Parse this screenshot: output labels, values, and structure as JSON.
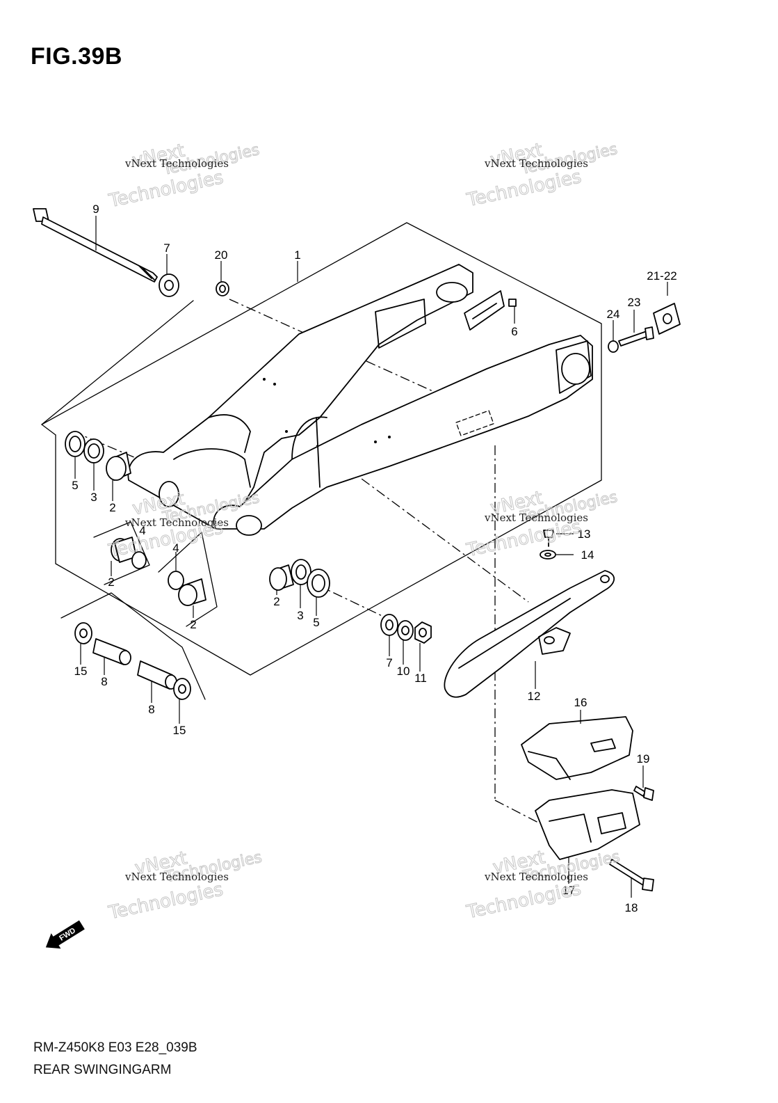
{
  "figure": {
    "title": "FIG.39B"
  },
  "footer": {
    "model_code": "RM-Z450K8 E03 E28_039B",
    "assembly_name": "REAR SWINGINGARM"
  },
  "watermark": {
    "line1": "vNext Technologies",
    "line2": "vNext",
    "line3": "Technologies"
  },
  "fwd_label": "FWD",
  "callouts": [
    {
      "id": "c1",
      "label": "1"
    },
    {
      "id": "c2a",
      "label": "2"
    },
    {
      "id": "c2b",
      "label": "2"
    },
    {
      "id": "c2c",
      "label": "2"
    },
    {
      "id": "c2d",
      "label": "2"
    },
    {
      "id": "c3a",
      "label": "3"
    },
    {
      "id": "c3b",
      "label": "3"
    },
    {
      "id": "c4a",
      "label": "4"
    },
    {
      "id": "c4b",
      "label": "4"
    },
    {
      "id": "c5a",
      "label": "5"
    },
    {
      "id": "c5b",
      "label": "5"
    },
    {
      "id": "c6",
      "label": "6"
    },
    {
      "id": "c7a",
      "label": "7"
    },
    {
      "id": "c7b",
      "label": "7"
    },
    {
      "id": "c8a",
      "label": "8"
    },
    {
      "id": "c8b",
      "label": "8"
    },
    {
      "id": "c9",
      "label": "9"
    },
    {
      "id": "c10",
      "label": "10"
    },
    {
      "id": "c11",
      "label": "11"
    },
    {
      "id": "c12",
      "label": "12"
    },
    {
      "id": "c13",
      "label": "13"
    },
    {
      "id": "c14",
      "label": "14"
    },
    {
      "id": "c15a",
      "label": "15"
    },
    {
      "id": "c15b",
      "label": "15"
    },
    {
      "id": "c16",
      "label": "16"
    },
    {
      "id": "c17",
      "label": "17"
    },
    {
      "id": "c18",
      "label": "18"
    },
    {
      "id": "c19",
      "label": "19"
    },
    {
      "id": "c20",
      "label": "20"
    },
    {
      "id": "c21",
      "label": "21-22"
    },
    {
      "id": "c23",
      "label": "23"
    },
    {
      "id": "c24",
      "label": "24"
    }
  ]
}
